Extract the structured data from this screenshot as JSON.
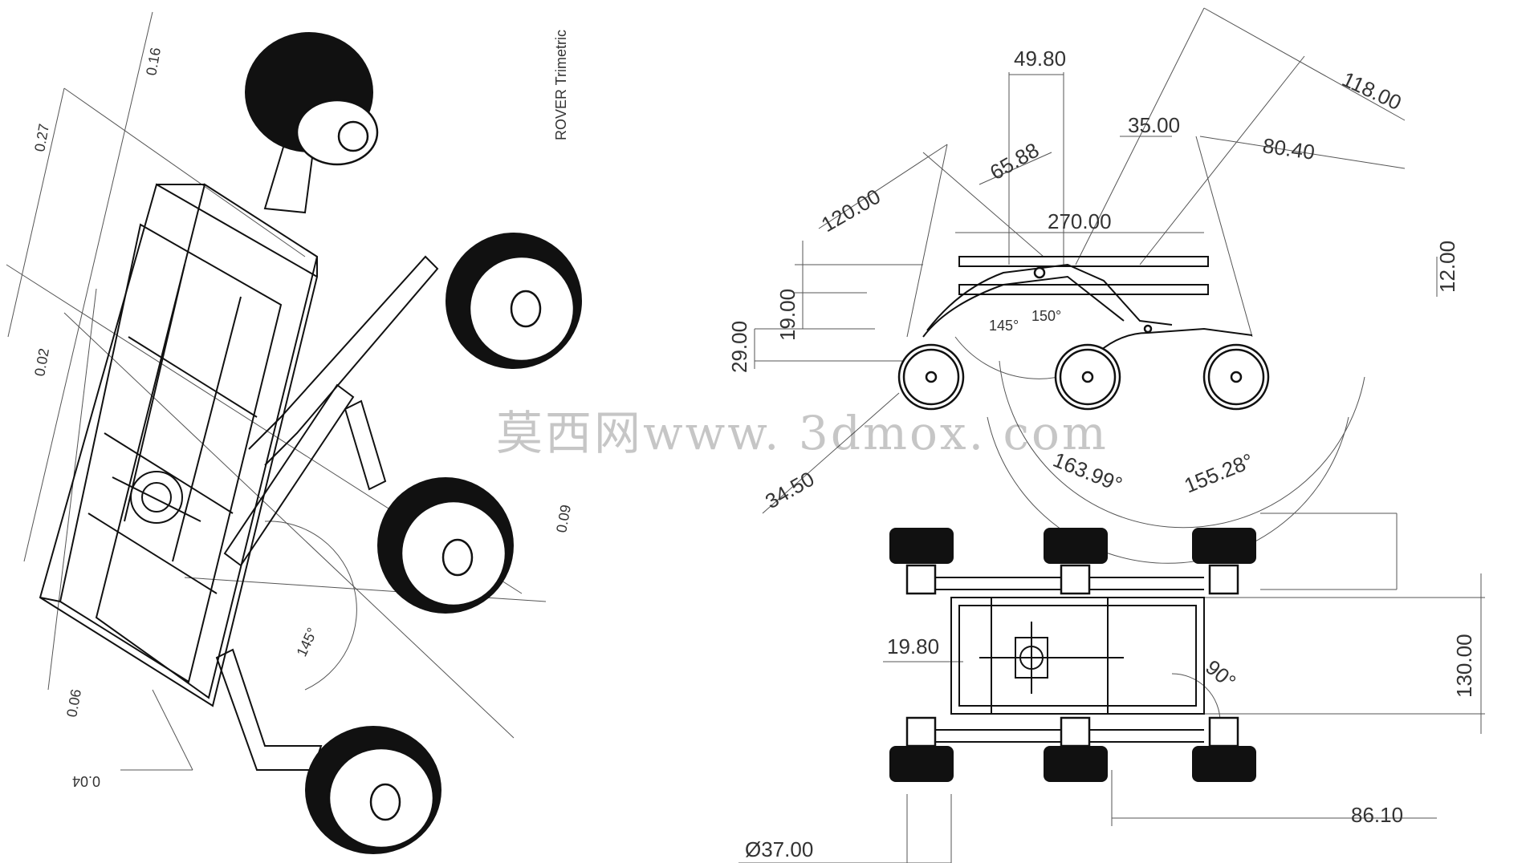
{
  "iso_view": {
    "title": "ROVER Trimetric",
    "dims": [
      "0.16",
      "0.27",
      "0.02",
      "0.09",
      "0.06",
      "0.04",
      "145°"
    ]
  },
  "side_view": {
    "dims": [
      "49.80",
      "118.00",
      "35.00",
      "80.40",
      "65.88",
      "120.00",
      "270.00",
      "12.00",
      "19.00",
      "29.00",
      "145°",
      "150°",
      "163.99°",
      "155.28°",
      "34.50"
    ]
  },
  "top_view": {
    "dims": [
      "19.80",
      "90°",
      "130.00",
      "86.10",
      "Ø37.00"
    ]
  },
  "watermark": "莫西网www. 3dmox. com"
}
